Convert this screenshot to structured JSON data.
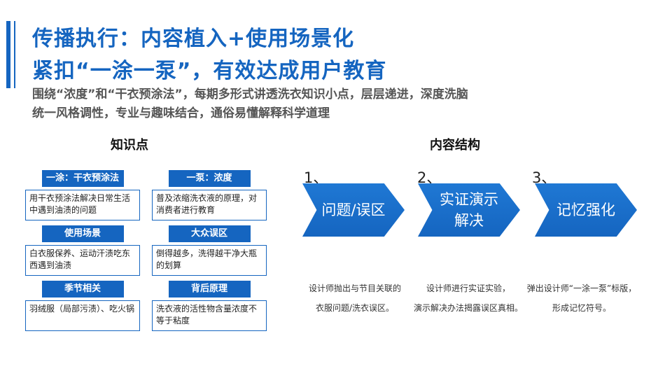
{
  "slide": {
    "title_line1": "传播执行：内容植入+使用场景化",
    "title_line2": "紧扣“一涂一泵”，有效达成用户教育",
    "subtitle_line1": "围绕“浓度”和“干衣预涂法”，每期多形式讲透洗衣知识小点，层层递进，深度洗脑",
    "subtitle_line2": "统一风格调性，专业与趣味结合，通俗易懂解释科学道理"
  },
  "knowledge": {
    "heading": "知识点",
    "cards": [
      {
        "title": "一涂：干衣预涂法",
        "body": "用干衣预涂法解决日常生活中遇到油渍的问题"
      },
      {
        "title": "一泵：浓度",
        "body": "普及浓缩洗衣液的原理，对消费者进行教育"
      },
      {
        "title": "使用场景",
        "body": "白衣服保养、运动汗渍吃东西遇到油渍"
      },
      {
        "title": "大众误区",
        "body": "倒得越多，洗得越干净大瓶的划算"
      },
      {
        "title": "季节相关",
        "body": "羽绒服（局部污渍）、吃火锅"
      },
      {
        "title": "背后原理",
        "body": "洗衣液的活性物含量浓度不等于粘度"
      }
    ]
  },
  "structure": {
    "heading": "内容结构",
    "steps": [
      {
        "number": "1、",
        "label": "问题/误区",
        "desc_line1": "设计师抛出与节目关联的",
        "desc_line2": "衣服问题/洗衣误区。"
      },
      {
        "number": "2、",
        "label": "实证演示解决",
        "desc_line1": "设计师进行实证实验，",
        "desc_line2": "演示解决办法揭露误区真相。"
      },
      {
        "number": "3、",
        "label": "记忆强化",
        "desc_line1": "弹出设计师“一涂一泵”标版，",
        "desc_line2": "形成记忆符号。"
      }
    ]
  },
  "colors": {
    "accent": "#1565c0",
    "text": "#222222",
    "subtitle": "#555555"
  }
}
